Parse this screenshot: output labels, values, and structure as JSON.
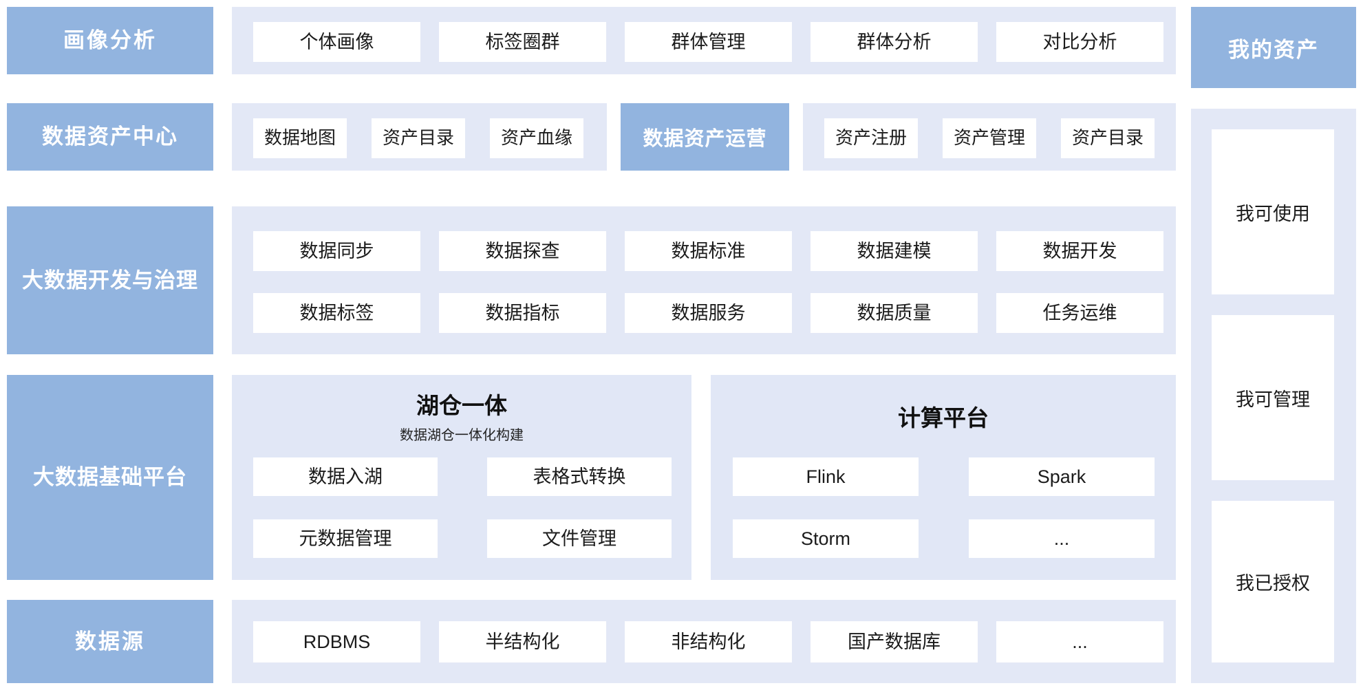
{
  "theme": {
    "accent_blue": "#92b4df",
    "panel_bg": "#e3e8f6",
    "panel_bg_inner": "#e1e7f6",
    "chip_bg": "#ffffff",
    "page_bg": "#ffffff",
    "label_text": "#ffffff",
    "chip_text": "#1b1b1b"
  },
  "layers": {
    "portrait_analysis": {
      "label": "画像分析",
      "items": [
        "个体画像",
        "标签圈群",
        "群体管理",
        "群体分析",
        "对比分析"
      ]
    },
    "data_asset_center": {
      "label": "数据资产中心",
      "left_items": [
        "数据地图",
        "资产目录",
        "资产血缘"
      ],
      "highlight": "数据资产运营",
      "right_items": [
        "资产注册",
        "资产管理",
        "资产目录"
      ]
    },
    "bigdata_dev_governance": {
      "label": "大数据开发与治理",
      "row1": [
        "数据同步",
        "数据探查",
        "数据标准",
        "数据建模",
        "数据开发"
      ],
      "row2": [
        "数据标签",
        "数据指标",
        "数据服务",
        "数据质量",
        "任务运维"
      ]
    },
    "bigdata_base_platform": {
      "label": "大数据基础平台",
      "groups": [
        {
          "title": "湖仓一体",
          "subtitle": "数据湖仓一体化构建",
          "items": [
            "数据入湖",
            "表格式转换",
            "元数据管理",
            "文件管理"
          ]
        },
        {
          "title": "计算平台",
          "subtitle": "",
          "items": [
            "Flink",
            "Spark",
            "Storm",
            "..."
          ]
        }
      ]
    },
    "data_source": {
      "label": "数据源",
      "items": [
        "RDBMS",
        "半结构化",
        "非结构化",
        "国产数据库",
        "..."
      ]
    }
  },
  "sidebar": {
    "header": "我的资产",
    "cards": [
      "我可使用",
      "我可管理",
      "我已授权"
    ]
  }
}
